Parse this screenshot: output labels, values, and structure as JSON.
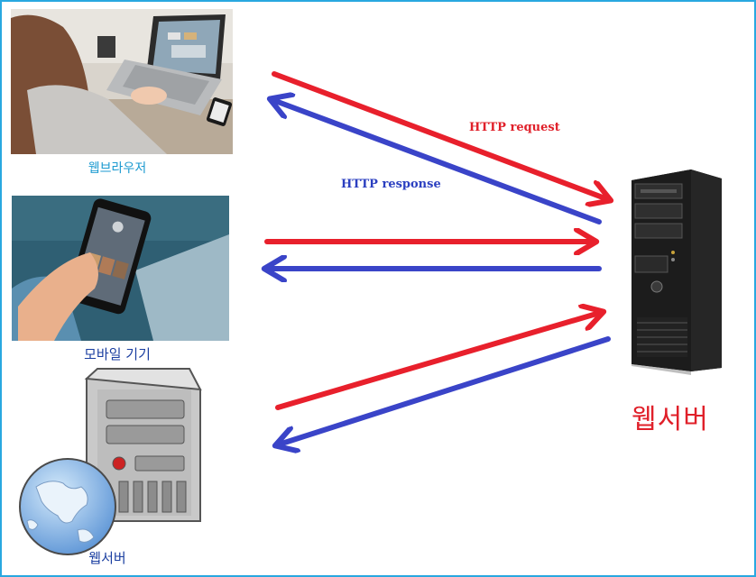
{
  "labels": {
    "web_browser": "웹브라우저",
    "mobile_device": "모바일 기기",
    "web_server_client": "웹서버",
    "web_server_main": "웹서버",
    "http_request": "HTTP request",
    "http_response": "HTTP response"
  },
  "colors": {
    "request_arrow": "#e8202c",
    "response_arrow": "#3a44c8",
    "frame": "#29a8e0"
  },
  "icons": [
    "laptop-photo",
    "smartphone-photo",
    "server-icon",
    "globe-icon",
    "tower-server-icon"
  ]
}
